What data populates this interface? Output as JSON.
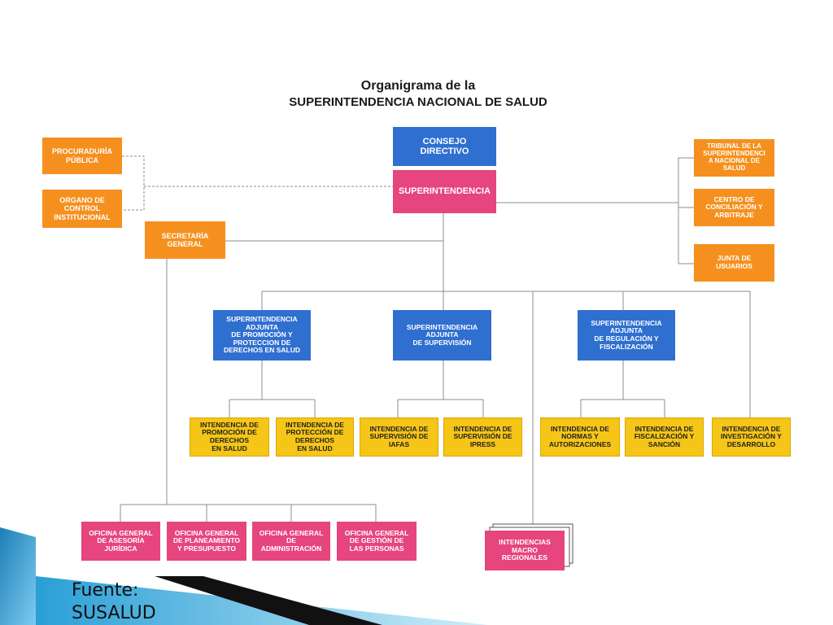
{
  "title": {
    "line1": "Organigrama de la",
    "line2": "SUPERINTENDENCIA NACIONAL DE SALUD"
  },
  "boxes": {
    "consejo": "CONSEJO\nDIRECTIVO",
    "superintendencia": "SUPERINTENDENCIA",
    "procuraduria": "PROCURADURÍA\nPÚBLICA",
    "organo_control": "ORGANO DE\nCONTROL\nINSTITUCIONAL",
    "secretaria": "SECRETARÍA\nGENERAL",
    "tribunal": "TRIBUNAL DE LA\nSUPERINTENDENCI\nA NACIONAL DE\nSALUD",
    "centro": "CENTRO DE\nCONCILIACIÓN Y\nARBITRAJE",
    "junta": "JUNTA DE\nUSUARIOS",
    "adj_promocion": "SUPERINTENDENCIA\nADJUNTA\nDE PROMOCIÓN Y\nPROTECCION DE\nDERECHOS EN SALUD",
    "adj_supervision": "SUPERINTENDENCIA\nADJUNTA\nDE SUPERVISIÓN",
    "adj_regulacion": "SUPERINTENDENCIA\nADJUNTA\nDE REGULACIÓN Y\nFISCALIZACIÓN",
    "int_promocion": "INTENDENCIA DE\nPROMOCIÓN DE\nDERECHOS\nEN SALUD",
    "int_proteccion": "INTENDENCIA DE\nPROTECCIÓN DE\nDERECHOS\nEN SALUD",
    "int_iafas": "INTENDENCIA DE\nSUPERVISIÓN DE\nIAFAS",
    "int_ipress": "INTENDENCIA DE\nSUPERVISIÓN DE\nIPRESS",
    "int_normas": "INTENDENCIA DE\nNORMAS Y\nAUTORIZACIONES",
    "int_fiscalizacion": "INTENDENCIA DE\nFISCALIZACIÓN Y\nSANCIÓN",
    "int_investigacion": "INTENDENCIA DE\nINVESTIGACIÓN Y\nDESARROLLO",
    "of_asesoria": "OFICINA GENERAL\nDE ASESORÍA\nJURÍDICA",
    "of_planeamiento": "OFICINA GENERAL\nDE PLANEAMIENTO\nY PRESUPUESTO",
    "of_administracion": "OFICINA GENERAL\nDE\nADMINISTRACIÓN",
    "of_personas": "OFICINA GENERAL\nDE GESTIÓN DE\nLAS PERSONAS",
    "macro": "INTENDENCIAS\nMACRO\nREGIONALES"
  },
  "footer": "Fuente:\nSUSALUD",
  "colors": {
    "orange": "#f5901e",
    "blue": "#2f6fd0",
    "pink": "#e6457e",
    "yellow": "#f5c518",
    "deco_blue": "#2a9fd6"
  }
}
